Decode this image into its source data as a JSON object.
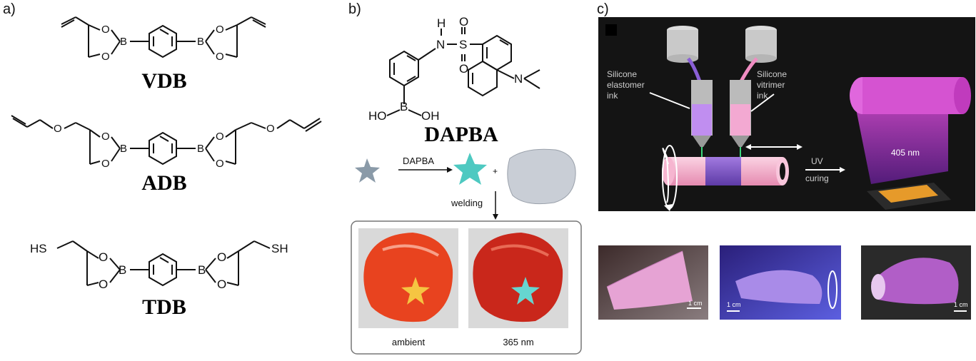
{
  "panels": {
    "a": "a)",
    "b": "b)",
    "c": "c)"
  },
  "molecules": {
    "vdb": {
      "name": "VDB"
    },
    "adb": {
      "name": "ADB"
    },
    "tdb": {
      "name": "TDB",
      "sh": "SH",
      "hs": "HS"
    },
    "dapba": {
      "name": "DAPBA",
      "h": "H",
      "n": "N",
      "s": "S",
      "oh_left": "HO",
      "b": "B",
      "oh_right": "OH"
    }
  },
  "atoms": {
    "o": "O",
    "b": "B"
  },
  "panel_b": {
    "arrow_label": "DAPBA",
    "plus": "+",
    "welding": "welding",
    "photo_left_caption": "ambient",
    "photo_right_caption": "365 nm"
  },
  "panel_c": {
    "elastomer_ink": [
      "Silicone",
      "elastomer",
      "ink"
    ],
    "vitrimer_ink": [
      "Silicone",
      "vitrimer",
      "ink"
    ],
    "uv_curing": [
      "UV",
      "curing"
    ],
    "wavelength": "405 nm",
    "scale_bar": "1 cm"
  },
  "colors": {
    "dark_bg": "#141414",
    "pink": "#f4a6c6",
    "purple": "#7b4fc4",
    "magenta": "#c63ec0",
    "orange_red": "#e03a1e",
    "teal": "#4ec9c1"
  }
}
